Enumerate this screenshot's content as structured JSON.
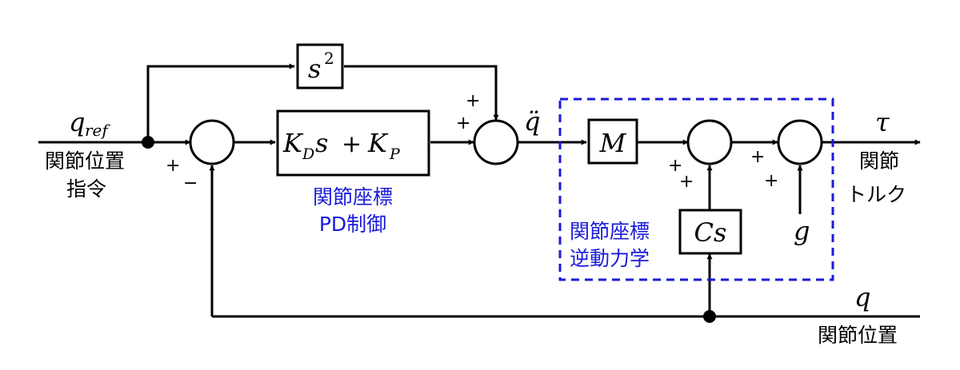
{
  "inputs": {
    "q_ref_symbol": "q",
    "q_ref_subscript": "ref",
    "q_ref_label_line1": "関節位置",
    "q_ref_label_line2": "指令"
  },
  "feedforward_block": {
    "base": "s",
    "exponent": "2"
  },
  "pd_block": {
    "kd": "K",
    "kd_sub": "D",
    "s": "s",
    "plus": "+",
    "kp": "K",
    "kp_sub": "P",
    "caption_line1": "関節座標",
    "caption_line2": "PD制御"
  },
  "error_sum": {
    "sign_ref": "+",
    "sign_fb": "−"
  },
  "accel_sum": {
    "sign_ff": "+",
    "sign_pd": "+",
    "output": "q̈"
  },
  "inverse_dynamics": {
    "mass_block": "M",
    "coriolis_block": "Cs",
    "gravity_symbol": "g",
    "sum1_sign_top": "+",
    "sum1_sign_bottom": "+",
    "sum2_sign_top": "+",
    "sum2_sign_bottom": "+",
    "caption_line1": "関節座標",
    "caption_line2": "逆動力学"
  },
  "output": {
    "tau_symbol": "τ",
    "label_line1": "関節",
    "label_line2": "トルク"
  },
  "feedback": {
    "q_symbol": "q",
    "label": "関節位置"
  },
  "colors": {
    "line": "#000000",
    "dashed_box": "#1a1adb",
    "caption_text": "#1a1adb"
  }
}
